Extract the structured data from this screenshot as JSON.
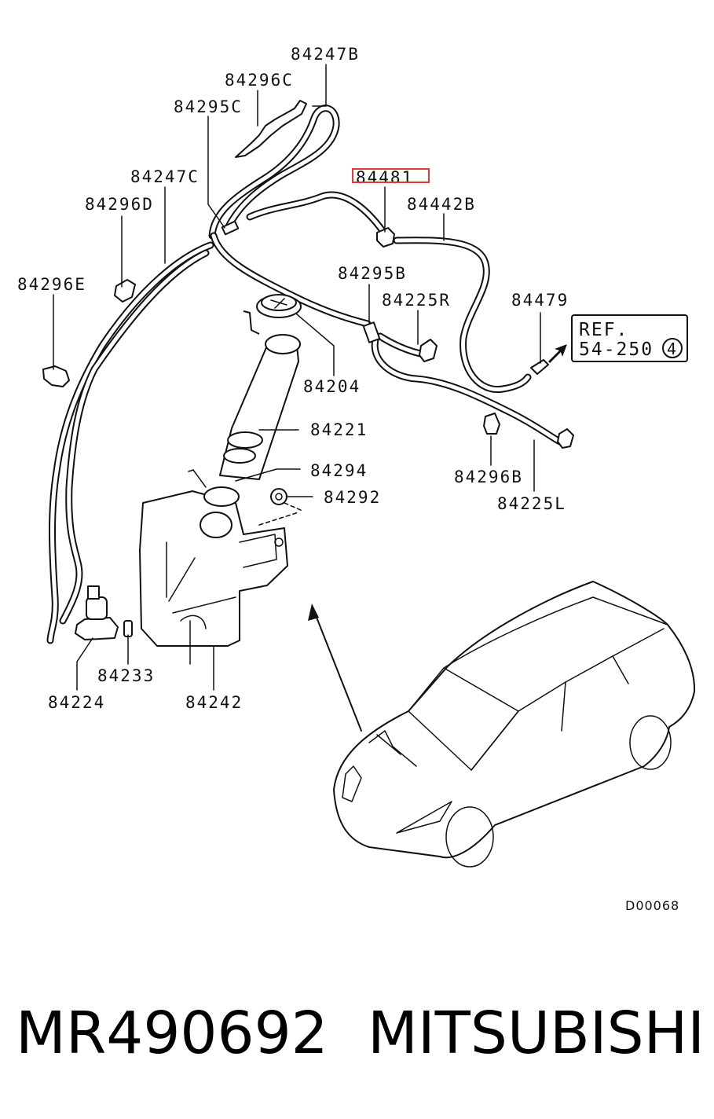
{
  "labels": {
    "p84247B": "84247B",
    "p84296C": "84296C",
    "p84295C": "84295C",
    "p84481": "84481",
    "p84247C": "84247C",
    "p84296D": "84296D",
    "p84442B": "84442B",
    "p84296E": "84296E",
    "p84295B": "84295B",
    "p84225R": "84225R",
    "p84479": "84479",
    "p84204": "84204",
    "p84221": "84221",
    "p84294": "84294",
    "p84292": "84292",
    "p84296B": "84296B",
    "p84225L": "84225L",
    "p84233": "84233",
    "p84224": "84224",
    "p84242": "84242"
  },
  "ref_box": {
    "line1": "REF.",
    "line2": "54-250",
    "circle": "4"
  },
  "diagram_code": "D00068",
  "highlight_color": "#e53935",
  "footer": {
    "part_number": "MR490692",
    "brand": "MITSUBISHI"
  }
}
